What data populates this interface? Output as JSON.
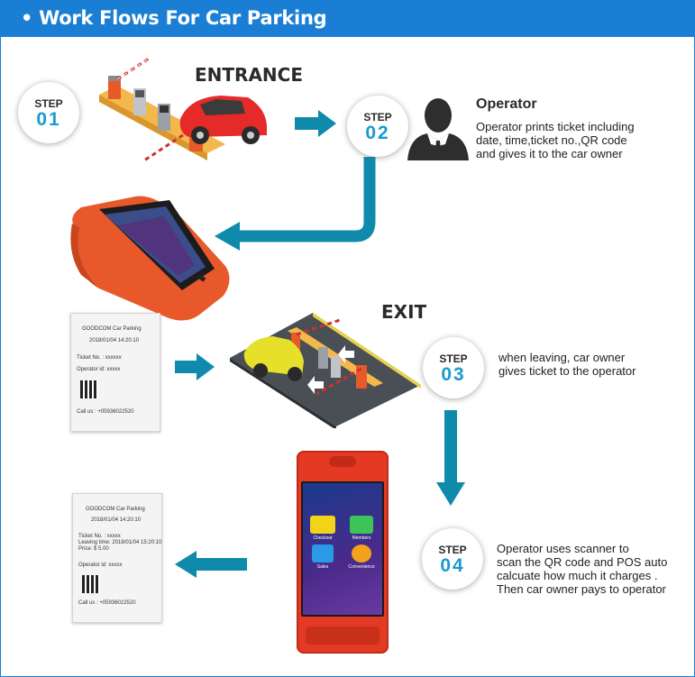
{
  "header": {
    "title": "• Work Flows For Car Parking",
    "color": "#1a7fd4"
  },
  "accent_color": "#0f8aaa",
  "steps": [
    {
      "label": "STEP",
      "number": "01"
    },
    {
      "label": "STEP",
      "number": "02"
    },
    {
      "label": "STEP",
      "number": "03"
    },
    {
      "label": "STEP",
      "number": "04"
    }
  ],
  "entrance_title": "ENTRANCE",
  "exit_title": "EXIT",
  "operator": {
    "name": "Operator",
    "lines": [
      "Operator prints ticket including",
      " date, time,ticket no.,QR code",
      "and gives it to the car owner"
    ]
  },
  "step3_text": [
    "when leaving, car owner",
    "gives ticket to the operator"
  ],
  "step4_text": [
    "Operator uses scanner to",
    "scan the QR code and  POS auto",
    "calcuate how much it charges .",
    " Then car owner pays to operator"
  ],
  "ticket1": {
    "title": "GOODCOM Car Parking",
    "datetime": "2018/01/04     14:20:10",
    "ticket_no": "Ticket No. : xxxxxx",
    "operator": "Operator id: xxxxx",
    "call": "Call us : +05936022520"
  },
  "ticket2": {
    "title": "GOODCOM Car Parking",
    "datetime": "2018/01/04     14:20:10",
    "ticket_no": "Ticket No. : xxxxx",
    "leaving": "Leaving time: 2018/01/04    15:20:10",
    "price": "Price: $ 5.00",
    "operator": "Operator id: xxxxx",
    "call": "Call us : +05936022520"
  },
  "pos_apps": [
    "Checkout",
    "Members",
    "Sales",
    "Convenience"
  ],
  "icons": [
    "entrance-gate-illustration",
    "operator-avatar-icon",
    "handheld-pos-terminal",
    "exit-gate-illustration",
    "pos-terminal-screen"
  ]
}
